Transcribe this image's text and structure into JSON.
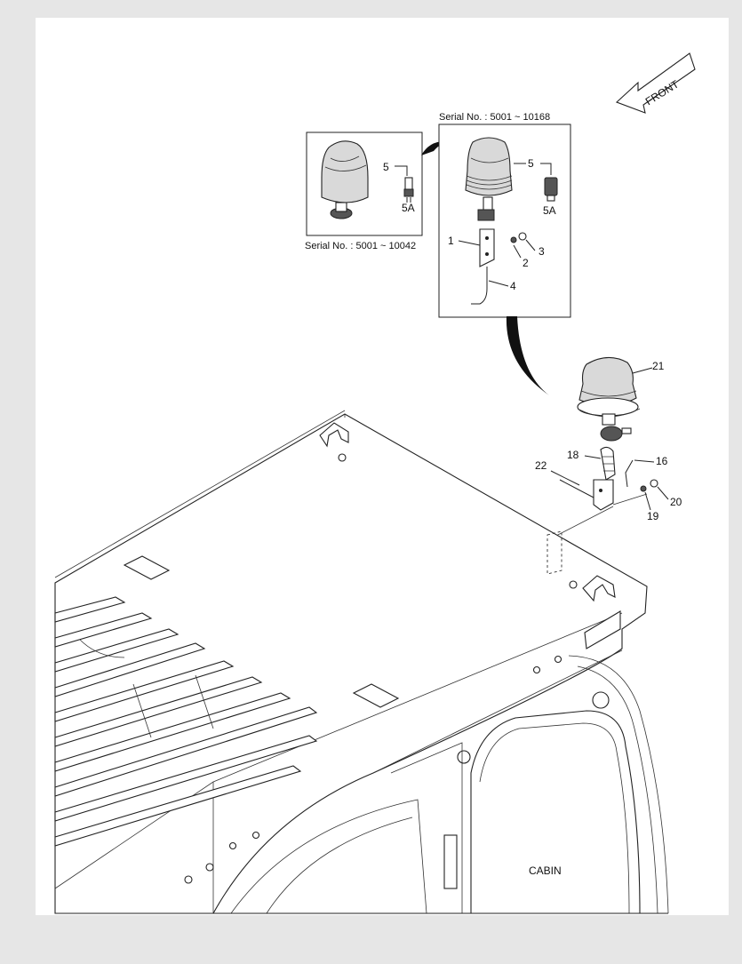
{
  "drawing": {
    "front_label": "FRONT",
    "cabin_label": "CABIN",
    "detail_left": {
      "caption": "Serial No. : 5001 ~ 10042",
      "callouts": [
        "5",
        "5A"
      ]
    },
    "detail_right": {
      "caption": "Serial No. : 5001 ~ 10168",
      "callouts": [
        "5",
        "5A",
        "1",
        "2",
        "3",
        "4"
      ]
    },
    "main_callouts": [
      "21",
      "18",
      "16",
      "22",
      "20",
      "19"
    ]
  },
  "colors": {
    "background": "#e6e6e6",
    "paper": "#ffffff",
    "line": "#222222"
  }
}
